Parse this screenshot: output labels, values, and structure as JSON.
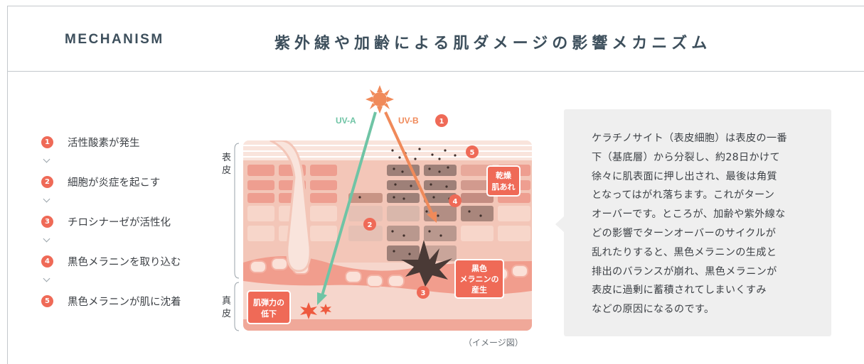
{
  "header": {
    "kicker": "MECHANISM",
    "title": "紫外線や加齢による肌ダメージの影響メカニズム"
  },
  "steps": [
    {
      "num": "1",
      "label": "活性酸素が発生"
    },
    {
      "num": "2",
      "label": "細胞が炎症を起こす"
    },
    {
      "num": "3",
      "label": "チロシナーゼが活性化"
    },
    {
      "num": "4",
      "label": "黒色メラニンを取り込む"
    },
    {
      "num": "5",
      "label": "黒色メラニンが肌に沈着"
    }
  ],
  "diagram": {
    "uva_label": "UV-A",
    "uvb_label": "UV-B",
    "epidermis_label": [
      "表",
      "皮"
    ],
    "dermis_label": [
      "真",
      "皮"
    ],
    "dry_skin_tag": [
      "乾燥",
      "肌あれ"
    ],
    "melanin_tag": [
      "黒色",
      "メラニンの",
      "産生"
    ],
    "elasticity_tag": [
      "肌弾力の",
      "低下"
    ],
    "markers": {
      "uvb": "1",
      "two": "2",
      "three": "3",
      "four": "4",
      "five": "5"
    },
    "caption": "（イメージ図）",
    "colors": {
      "uva": "#6fc4a5",
      "uvb": "#f08a5a",
      "accent": "#ef6a57",
      "melanin": "#4a3a36"
    }
  },
  "note": {
    "lines": [
      "ケラチノサイト（表皮細胞）は表皮の一番",
      "下（基底層）から分裂し、約28日かけて",
      "徐々に肌表面に押し出され、最後は角質",
      "となってはがれ落ちます。これがターン",
      "オーバーです。ところが、加齢や紫外線な",
      "どの影響でターンオーバーのサイクルが",
      "乱れたりすると、黒色メラニンの生成と",
      "排出のバランスが崩れ、黒色メラニンが",
      "表皮に過剰に蓄積されてしまいくすみ",
      "などの原因になるのです。"
    ]
  }
}
